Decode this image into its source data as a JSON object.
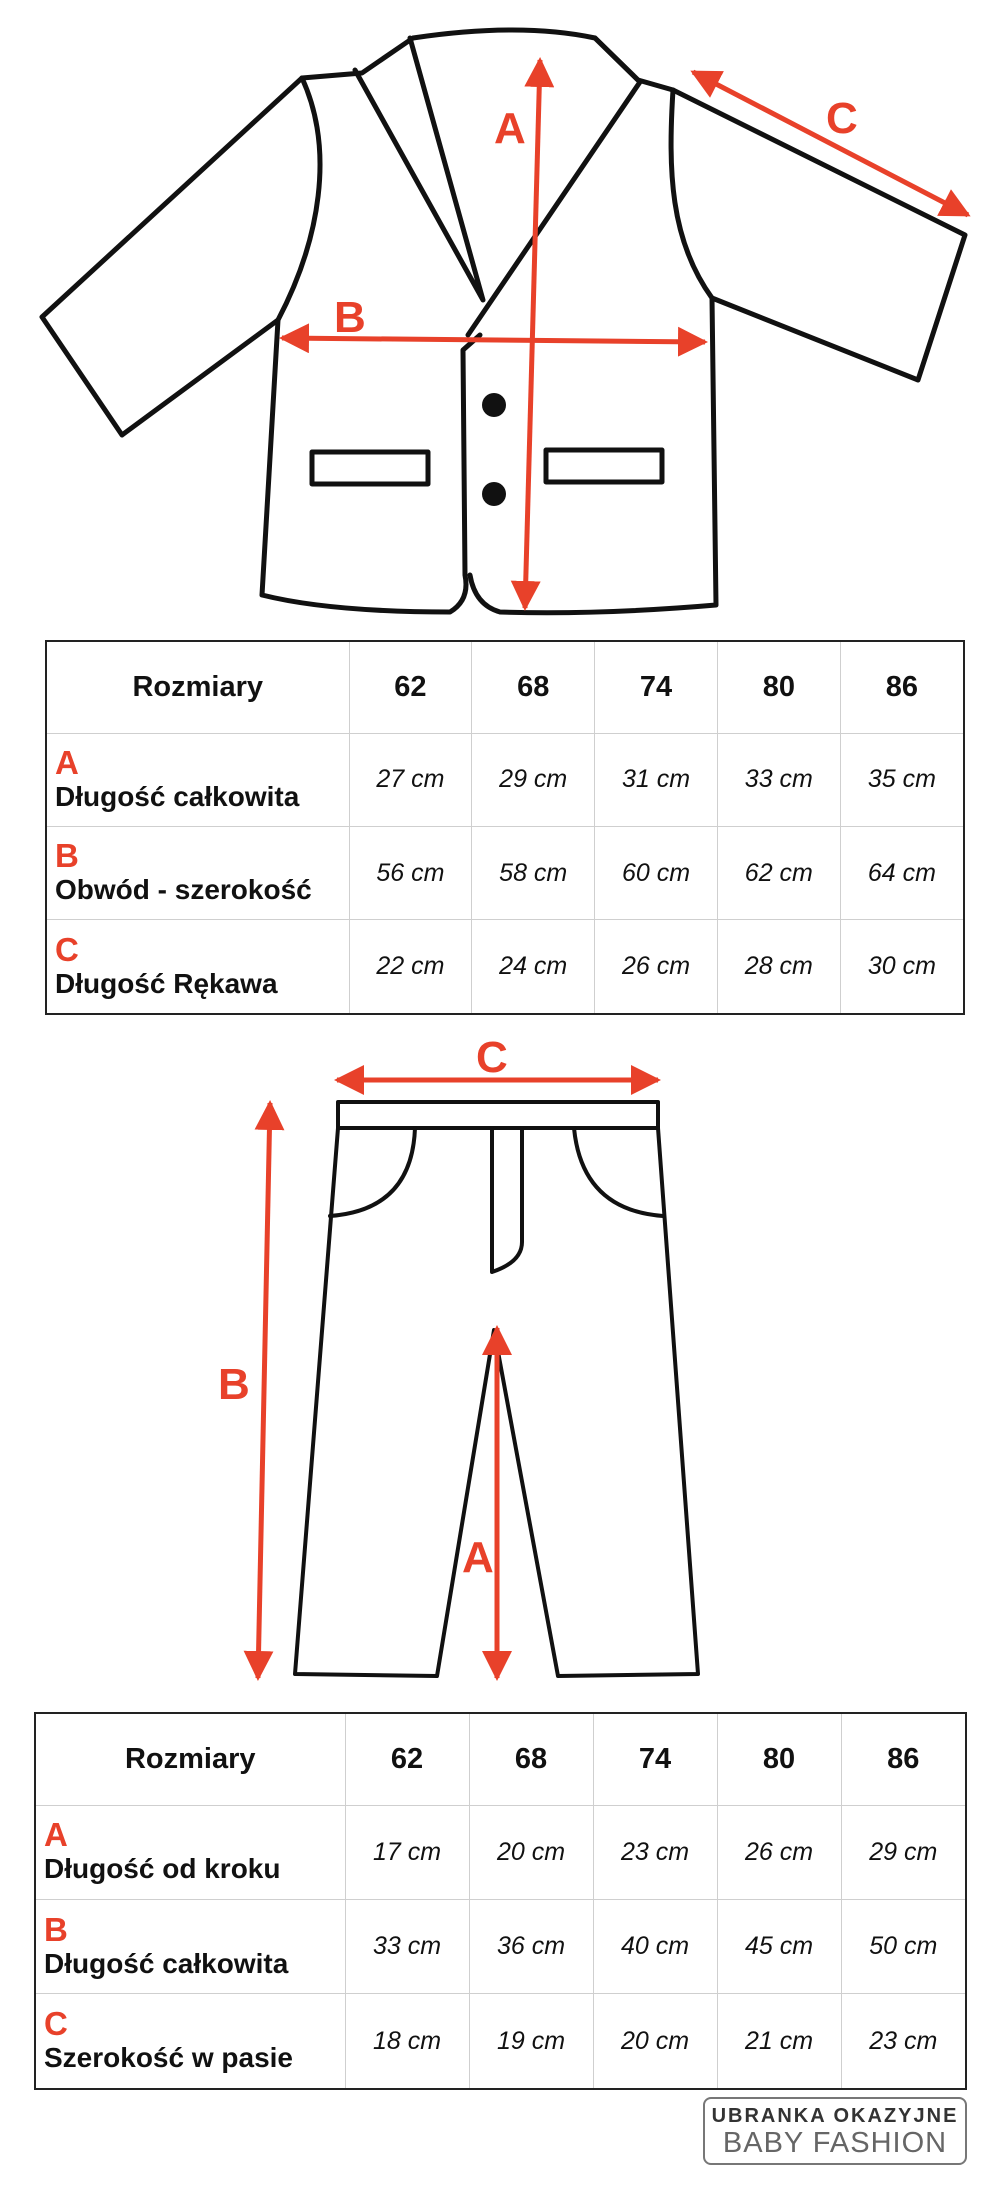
{
  "jacket": {
    "dim_labels": {
      "a": "A",
      "b": "B",
      "c": "C"
    },
    "table": {
      "header": "Rozmiary",
      "sizes": [
        "62",
        "68",
        "74",
        "80",
        "86"
      ],
      "rows": [
        {
          "letter": "A",
          "name": "Długość całkowita",
          "values": [
            "27 cm",
            "29 cm",
            "31 cm",
            "33 cm",
            "35 cm"
          ]
        },
        {
          "letter": "B",
          "name": "Obwód - szerokość",
          "values": [
            "56 cm",
            "58 cm",
            "60 cm",
            "62 cm",
            "64 cm"
          ]
        },
        {
          "letter": "C",
          "name": "Długość Rękawa",
          "values": [
            "22 cm",
            "24 cm",
            "26 cm",
            "28 cm",
            "30 cm"
          ]
        }
      ]
    }
  },
  "pants": {
    "dim_labels": {
      "a": "A",
      "b": "B",
      "c": "C"
    },
    "table": {
      "header": "Rozmiary",
      "sizes": [
        "62",
        "68",
        "74",
        "80",
        "86"
      ],
      "rows": [
        {
          "letter": "A",
          "name": "Długość od kroku",
          "values": [
            "17 cm",
            "20 cm",
            "23 cm",
            "26 cm",
            "29 cm"
          ]
        },
        {
          "letter": "B",
          "name": "Długość całkowita",
          "values": [
            "33 cm",
            "36 cm",
            "40 cm",
            "45 cm",
            "50 cm"
          ]
        },
        {
          "letter": "C",
          "name": "Szerokość w pasie",
          "values": [
            "18 cm",
            "19 cm",
            "20 cm",
            "21 cm",
            "23 cm"
          ]
        }
      ]
    }
  },
  "logo": {
    "line1": "UBRANKA OKAZYJNE",
    "line2": "BABY FASHION"
  },
  "colors": {
    "accent": "#e8412a",
    "outline": "#111111"
  }
}
